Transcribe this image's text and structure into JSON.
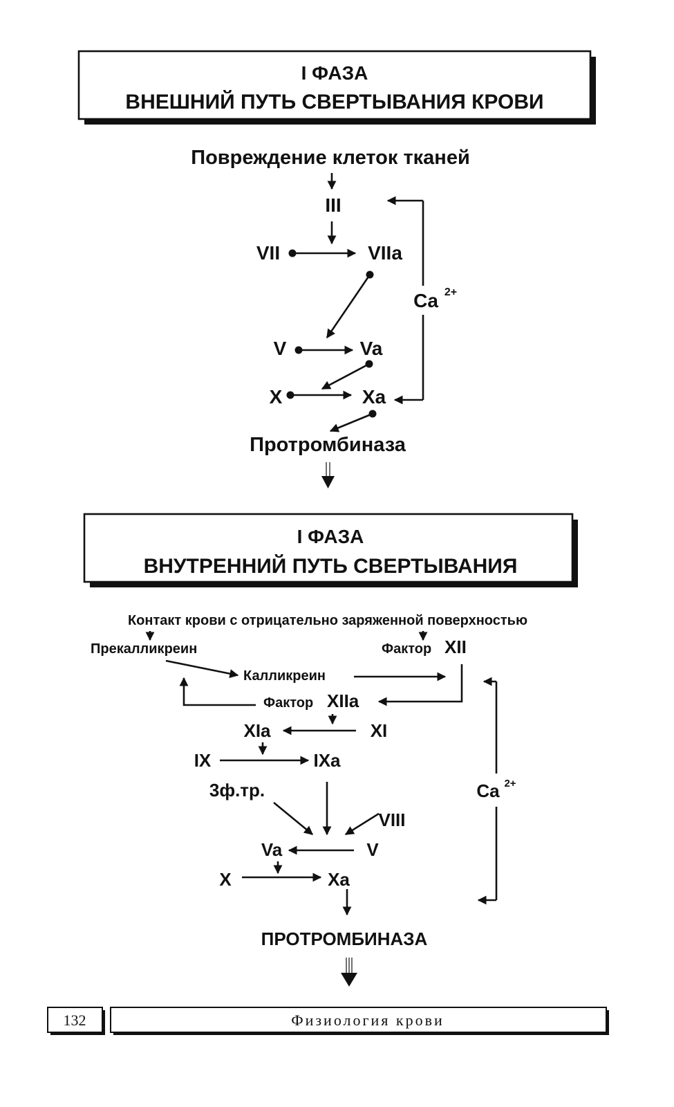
{
  "extrinsic": {
    "title_line1": "I ФАЗА",
    "title_line2": "ВНЕШНИЙ ПУТЬ СВЕРТЫВАНИЯ КРОВИ",
    "trigger": "Повреждение клеток тканей",
    "factor_iii": "III",
    "factor_vii": "VII",
    "factor_viia": "VIIa",
    "calcium": "Ca",
    "calcium_charge": "2+",
    "factor_v": "V",
    "factor_va": "Va",
    "factor_x": "X",
    "factor_xa": "Xa",
    "product": "Протромбиназа"
  },
  "intrinsic": {
    "title_line1": "I ФАЗА",
    "title_line2": "ВНУТРЕННИЙ ПУТЬ СВЕРТЫВАНИЯ",
    "trigger": "Контакт крови с отрицательно заряженной поверхностью",
    "prekallikrein": "Прекалликреин",
    "factor_xii_prefix": "Фактор",
    "factor_xii": "XII",
    "kallikrein": "Калликреин",
    "factor_xiia_prefix": "Фактор",
    "factor_xiia": "XIIa",
    "factor_xia": "XIa",
    "factor_xi": "XI",
    "factor_ix": "IX",
    "factor_ixa": "IXa",
    "platelet_factor_3": "3ф.тр.",
    "factor_viii": "VIII",
    "calcium": "Ca",
    "calcium_charge": "2+",
    "factor_va": "Va",
    "factor_v": "V",
    "factor_x": "X",
    "factor_xa": "Xa",
    "product": "ПРОТРОМБИНАЗА"
  },
  "footer": {
    "page_number": "132",
    "running_title": "Физиология крови"
  }
}
